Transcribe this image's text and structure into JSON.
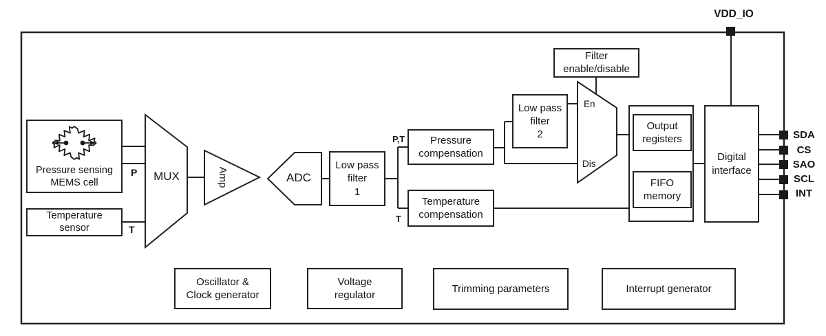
{
  "page": {
    "background": "#ffffff",
    "line_color": "#222222"
  },
  "power": {
    "label": "VDD_IO"
  },
  "pins": [
    "SDA",
    "CS",
    "SAO",
    "SCL",
    "INT"
  ],
  "blocks": {
    "mems": "Pressure sensing\nMEMS cell",
    "temp_sensor": "Temperature\nsensor",
    "mux": "MUX",
    "amp": "Amp",
    "adc": "ADC",
    "lpf1": "Low pass\nfilter\n1",
    "pressure_comp": "Pressure\ncompensation",
    "temp_comp": "Temperature\ncompensation",
    "lpf2": "Low pass\nfilter\n2",
    "filter_enable": "Filter\nenable/disable",
    "output_registers": "Output\nregisters",
    "fifo_memory": "FIFO\nmemory",
    "digital_interface": "Digital\ninterface",
    "oscillator": "Oscillator &\nClock generator",
    "voltage_regulator": "Voltage\nregulator",
    "trimming": "Trimming parameters",
    "interrupt": "Interrupt generator"
  },
  "signals": {
    "p": "P",
    "t_sensor": "T",
    "pt": "P,T",
    "t_comp": "T",
    "en": "En",
    "dis": "Dis"
  }
}
